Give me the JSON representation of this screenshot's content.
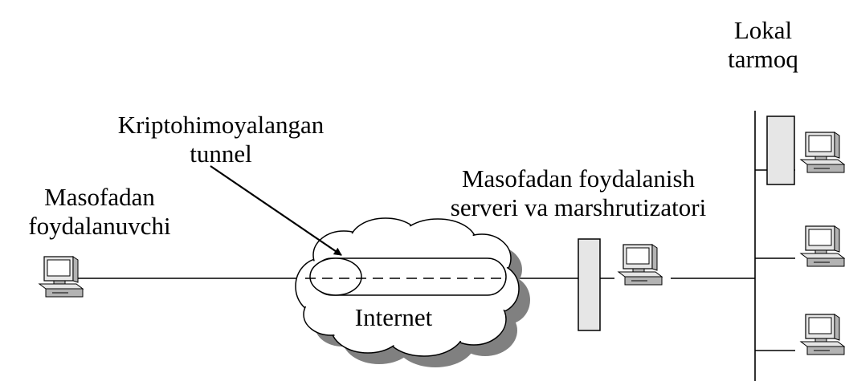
{
  "diagram": {
    "tunnel_label_line1": "Kriptohimoyalangan",
    "tunnel_label_line2": "tunnel",
    "remote_user_line1": "Masofadan",
    "remote_user_line2": "foydalanuvchi",
    "server_line1": "Masofadan foydalanish",
    "server_line2": "serveri va marshrutizatori",
    "lan_line1": "Lokal",
    "lan_line2": "tarmoq",
    "cloud_label": "Internet"
  },
  "colors": {
    "device_fill": "#e6e6e6",
    "device_dark": "#b3b3b3",
    "screen_fill": "#ffffff",
    "cloud_shadow": "#808080",
    "line": "#000000"
  }
}
